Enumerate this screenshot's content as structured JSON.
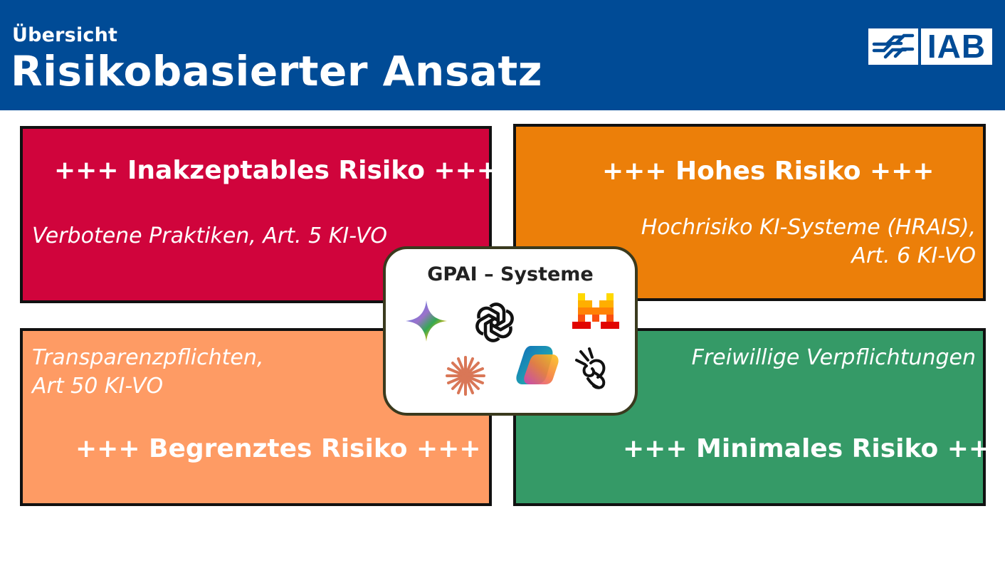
{
  "header": {
    "kicker": "Übersicht",
    "title": "Risikobasierter Ansatz",
    "logo_text": "IAB",
    "background": "#004b96"
  },
  "boxes": {
    "unacceptable": {
      "heading": "+++ Inakzeptables Risiko +++",
      "description": "Verbotene Praktiken, Art. 5 KI-VO",
      "color": "#d0043c"
    },
    "high": {
      "heading": "+++ Hohes Risiko +++",
      "description_line1": "Hochrisiko KI-Systeme (HRAIS),",
      "description_line2": "Art. 6 KI-VO",
      "color": "#ec7f09"
    },
    "limited": {
      "heading": "+++ Begrenztes Risiko +++",
      "description_line1": "Transparenzpflichten,",
      "description_line2": "Art 50 KI-VO",
      "color": "#fe9b64"
    },
    "minimal": {
      "heading": "+++ Minimales Risiko +++",
      "description": "Freiwillige Verpflichtungen",
      "color": "#359a67"
    }
  },
  "gpai": {
    "title": "GPAI – Systeme",
    "icons": [
      "gemini-icon",
      "openai-icon",
      "mistral-icon",
      "claude-icon",
      "copilot-icon",
      "meta-hand-icon"
    ]
  }
}
